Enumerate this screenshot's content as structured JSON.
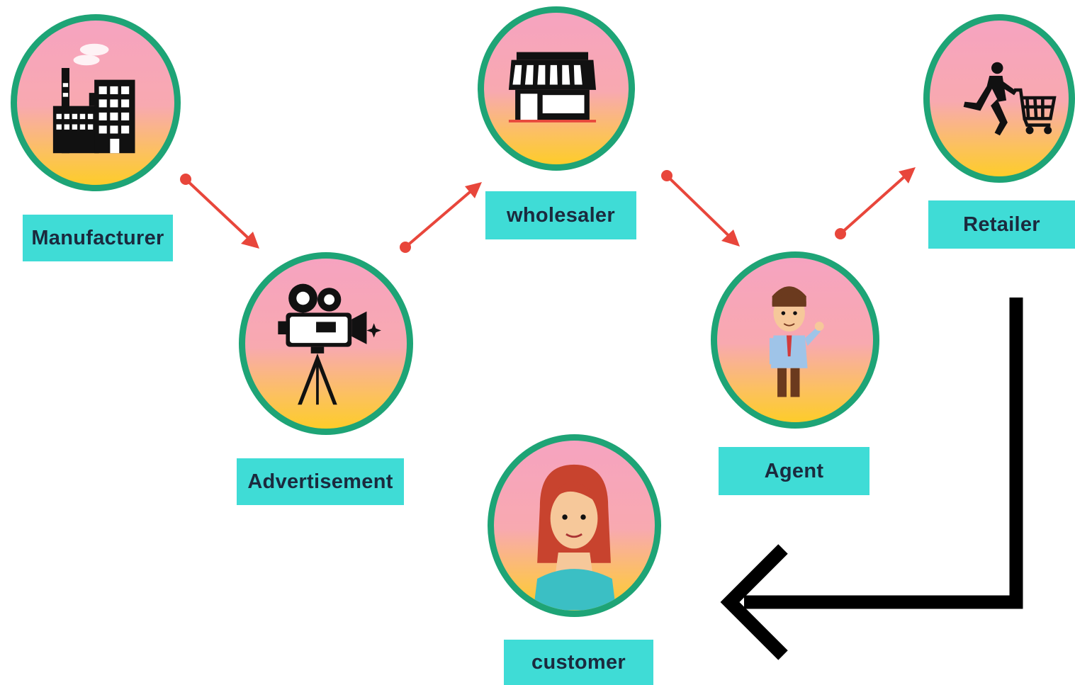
{
  "nodes": {
    "manufacturer": {
      "label": "Manufacturer",
      "icon": "factory-icon"
    },
    "advertisement": {
      "label": "Advertisement",
      "icon": "video-camera-icon"
    },
    "wholesaler": {
      "label": "wholesaler",
      "icon": "storefront-icon"
    },
    "agent": {
      "label": "Agent",
      "icon": "agent-man-icon"
    },
    "retailer": {
      "label": "Retailer",
      "icon": "shopper-cart-icon"
    },
    "customer": {
      "label": "customer",
      "icon": "customer-woman-icon"
    }
  },
  "edges": [
    {
      "from": "Manufacturer",
      "to": "Advertisement"
    },
    {
      "from": "Advertisement",
      "to": "wholesaler"
    },
    {
      "from": "wholesaler",
      "to": "Agent"
    },
    {
      "from": "Agent",
      "to": "Retailer"
    },
    {
      "from": "Retailer",
      "to": "customer"
    }
  ],
  "colors": {
    "circle_border": "#1ea476",
    "label_background": "#3fdcd6",
    "label_text": "#1b2a3e",
    "arrow": "#e8463b",
    "big_arrow": "#000000"
  }
}
